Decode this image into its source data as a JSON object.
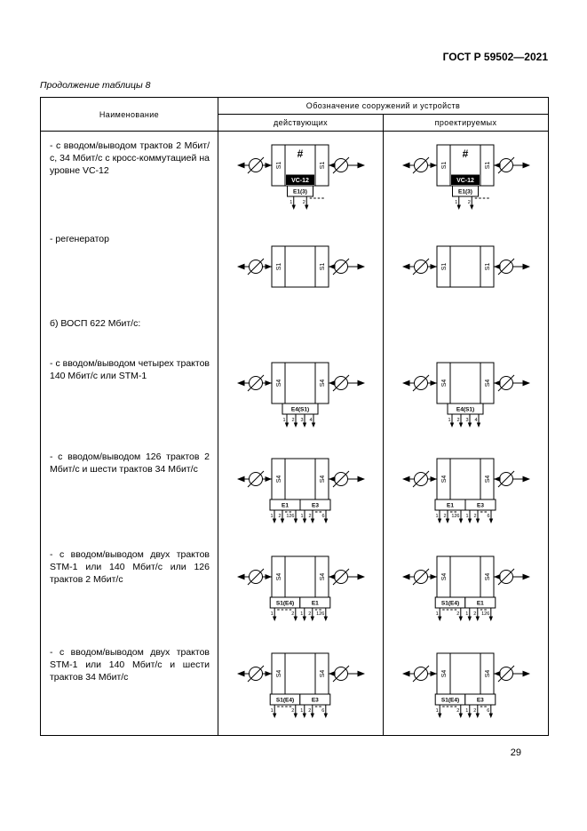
{
  "page": {
    "doc_code": "ГОСТ Р 59502—2021",
    "table_caption": "Продолжение таблицы 8",
    "page_number": "29"
  },
  "table": {
    "col_name_header": "Наименование",
    "col_group_header": "Обозначение сооружений и устройств",
    "col_sub_headers": [
      "действующих",
      "проектируемых"
    ],
    "rows": [
      {
        "name": "- с вводом/выводом трактов 2 Мбит/с, 34 Мбит/с с кросс-коммутацией на уровне VC-12",
        "diagram": {
          "left_label": "S1",
          "right_label": "S1",
          "hash": "#",
          "center_label": "VC-12",
          "tribs": [
            {
              "label": "Е1(3)",
              "arrows": [
                "1",
                "2"
              ],
              "dash_tail": true
            }
          ]
        }
      },
      {
        "name": "- регенератор",
        "diagram": {
          "left_label": "S1",
          "right_label": "S1",
          "tribs": []
        }
      },
      {
        "name": "б) ВОСП 622 Мбит/с:",
        "diagram": null
      },
      {
        "name": "- с вводом/выводом четырех трактов 140 Мбит/с или STM-1",
        "diagram": {
          "left_label": "S4",
          "right_label": "S4",
          "tribs": [
            {
              "label": "Е4(S1)",
              "arrows": [
                "1",
                "2",
                "3",
                "4"
              ]
            }
          ]
        }
      },
      {
        "name": "- с вводом/выводом 126 трактов 2 Мбит/с и шести трактов 34 Мбит/с",
        "diagram": {
          "left_label": "S4",
          "right_label": "S4",
          "tribs": [
            {
              "label": "Е1",
              "arrows": [
                "1",
                "2",
                "126"
              ],
              "gap_before_last": true
            },
            {
              "label": "Е3",
              "arrows": [
                "1",
                "2",
                "6"
              ],
              "gap_before_last": true
            }
          ]
        }
      },
      {
        "name": "- с вводом/выводом двух трактов STM-1 или 140 Мбит/с или 126 трактов 2 Мбит/с",
        "diagram": {
          "left_label": "S4",
          "right_label": "S4",
          "tribs": [
            {
              "label": "S1(Е4)",
              "arrows": [
                "1",
                "2"
              ],
              "gap_before_last": true
            },
            {
              "label": "Е1",
              "arrows": [
                "1",
                "2",
                "126"
              ],
              "gap_before_last": true
            }
          ]
        }
      },
      {
        "name": "- с вводом/выводом двух трактов STM-1 или 140 Мбит/с и шести трактов 34 Мбит/с",
        "diagram": {
          "left_label": "S4",
          "right_label": "S4",
          "tribs": [
            {
              "label": "S1(Е4)",
              "arrows": [
                "1",
                "2"
              ],
              "gap_before_last": true
            },
            {
              "label": "Е3",
              "arrows": [
                "1",
                "2",
                "6"
              ],
              "gap_before_last": true
            }
          ]
        }
      }
    ]
  }
}
